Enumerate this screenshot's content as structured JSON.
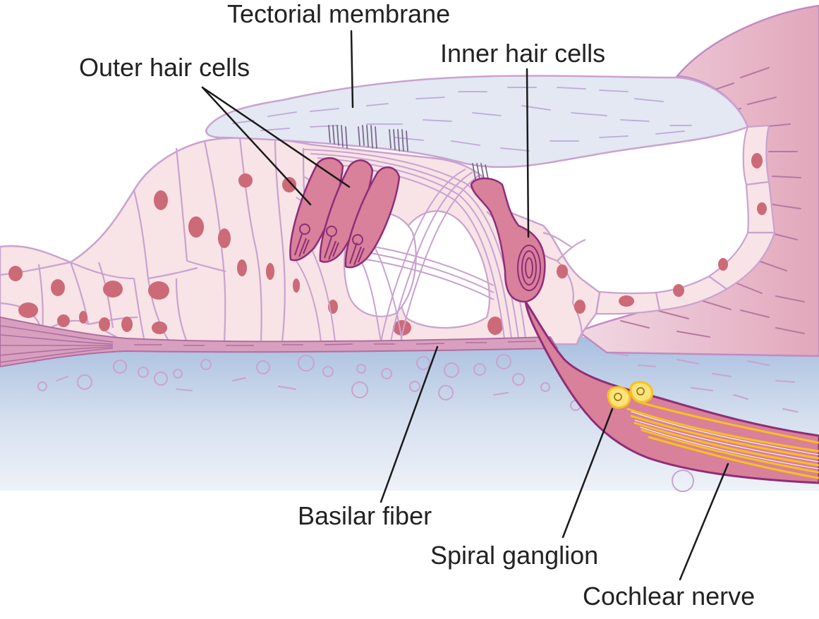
{
  "labels": {
    "tectorial_membrane": "Tectorial membrane",
    "outer_hair_cells": "Outer hair cells",
    "inner_hair_cells": "Inner hair cells",
    "basilar_fiber": "Basilar fiber",
    "spiral_ganglion": "Spiral ganglion",
    "cochlear_nerve": "Cochlear nerve"
  },
  "colors": {
    "fluid_blue": "#b7c9e3",
    "tissue_pink": "#f8e3e6",
    "cell_outline": "#c9a3cf",
    "nucleus": "#cc6a78",
    "hair_cell": "#d9809a",
    "hair_cell_outline": "#8e2d78",
    "tectorial": "#e3e8f3",
    "nerve_yellow": "#f6c21c",
    "leader_line": "#1a1a1a"
  }
}
